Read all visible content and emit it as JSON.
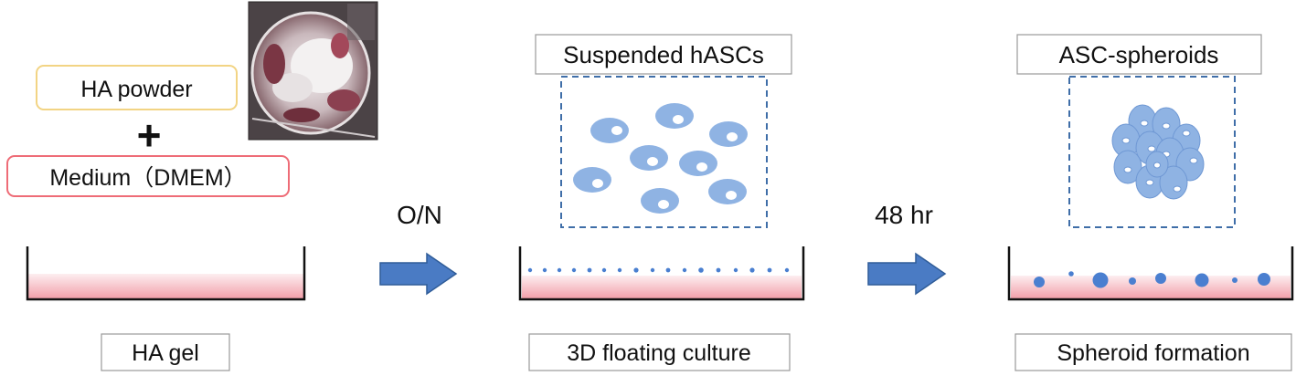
{
  "step1": {
    "ingredient_1": "HA powder",
    "plus": "+",
    "ingredient_2": "Medium（DMEM）",
    "caption": "HA gel"
  },
  "arrow_1": {
    "label": "O/N"
  },
  "step2": {
    "inset_title": "Suspended hASCs",
    "caption": "3D floating culture"
  },
  "arrow_2": {
    "label": "48 hr"
  },
  "step3": {
    "inset_title": "ASC-spheroids",
    "caption": "Spheroid formation"
  },
  "colors": {
    "cell": "#8fb3e3",
    "cell_dot": "#4a7fd0",
    "arrow": "#4a7bc4",
    "gel_top": "#fbe3e6",
    "gel_bottom": "#f08e9a",
    "box_yellow": "#f2d484",
    "box_red": "#ee6c77",
    "dashed": "#3f6ea8"
  }
}
